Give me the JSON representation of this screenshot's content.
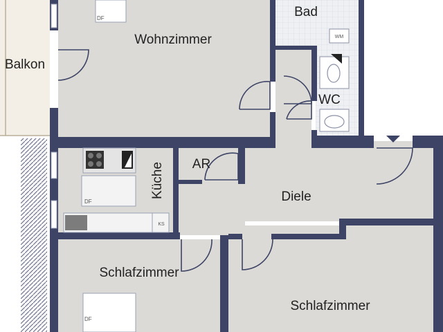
{
  "rooms": {
    "wohnzimmer": "Wohnzimmer",
    "balkon": "Balkon",
    "bad": "Bad",
    "wc": "WC",
    "kueche": "Küche",
    "ar": "AR",
    "diele": "Diele",
    "schlafzimmer_left": "Schlafzimmer",
    "schlafzimmer_right": "Schlafzimmer"
  },
  "fixtures": {
    "wm": "WM",
    "ks": "KS",
    "df_living": "DF",
    "df_kitchen": "DF",
    "df_bedroom": "DF"
  },
  "colors": {
    "wall": "#3d4466",
    "floor": "#dcdad6",
    "balcony": "#f4efe6",
    "tile": "#eef0f3",
    "outside": "#ffffff"
  }
}
